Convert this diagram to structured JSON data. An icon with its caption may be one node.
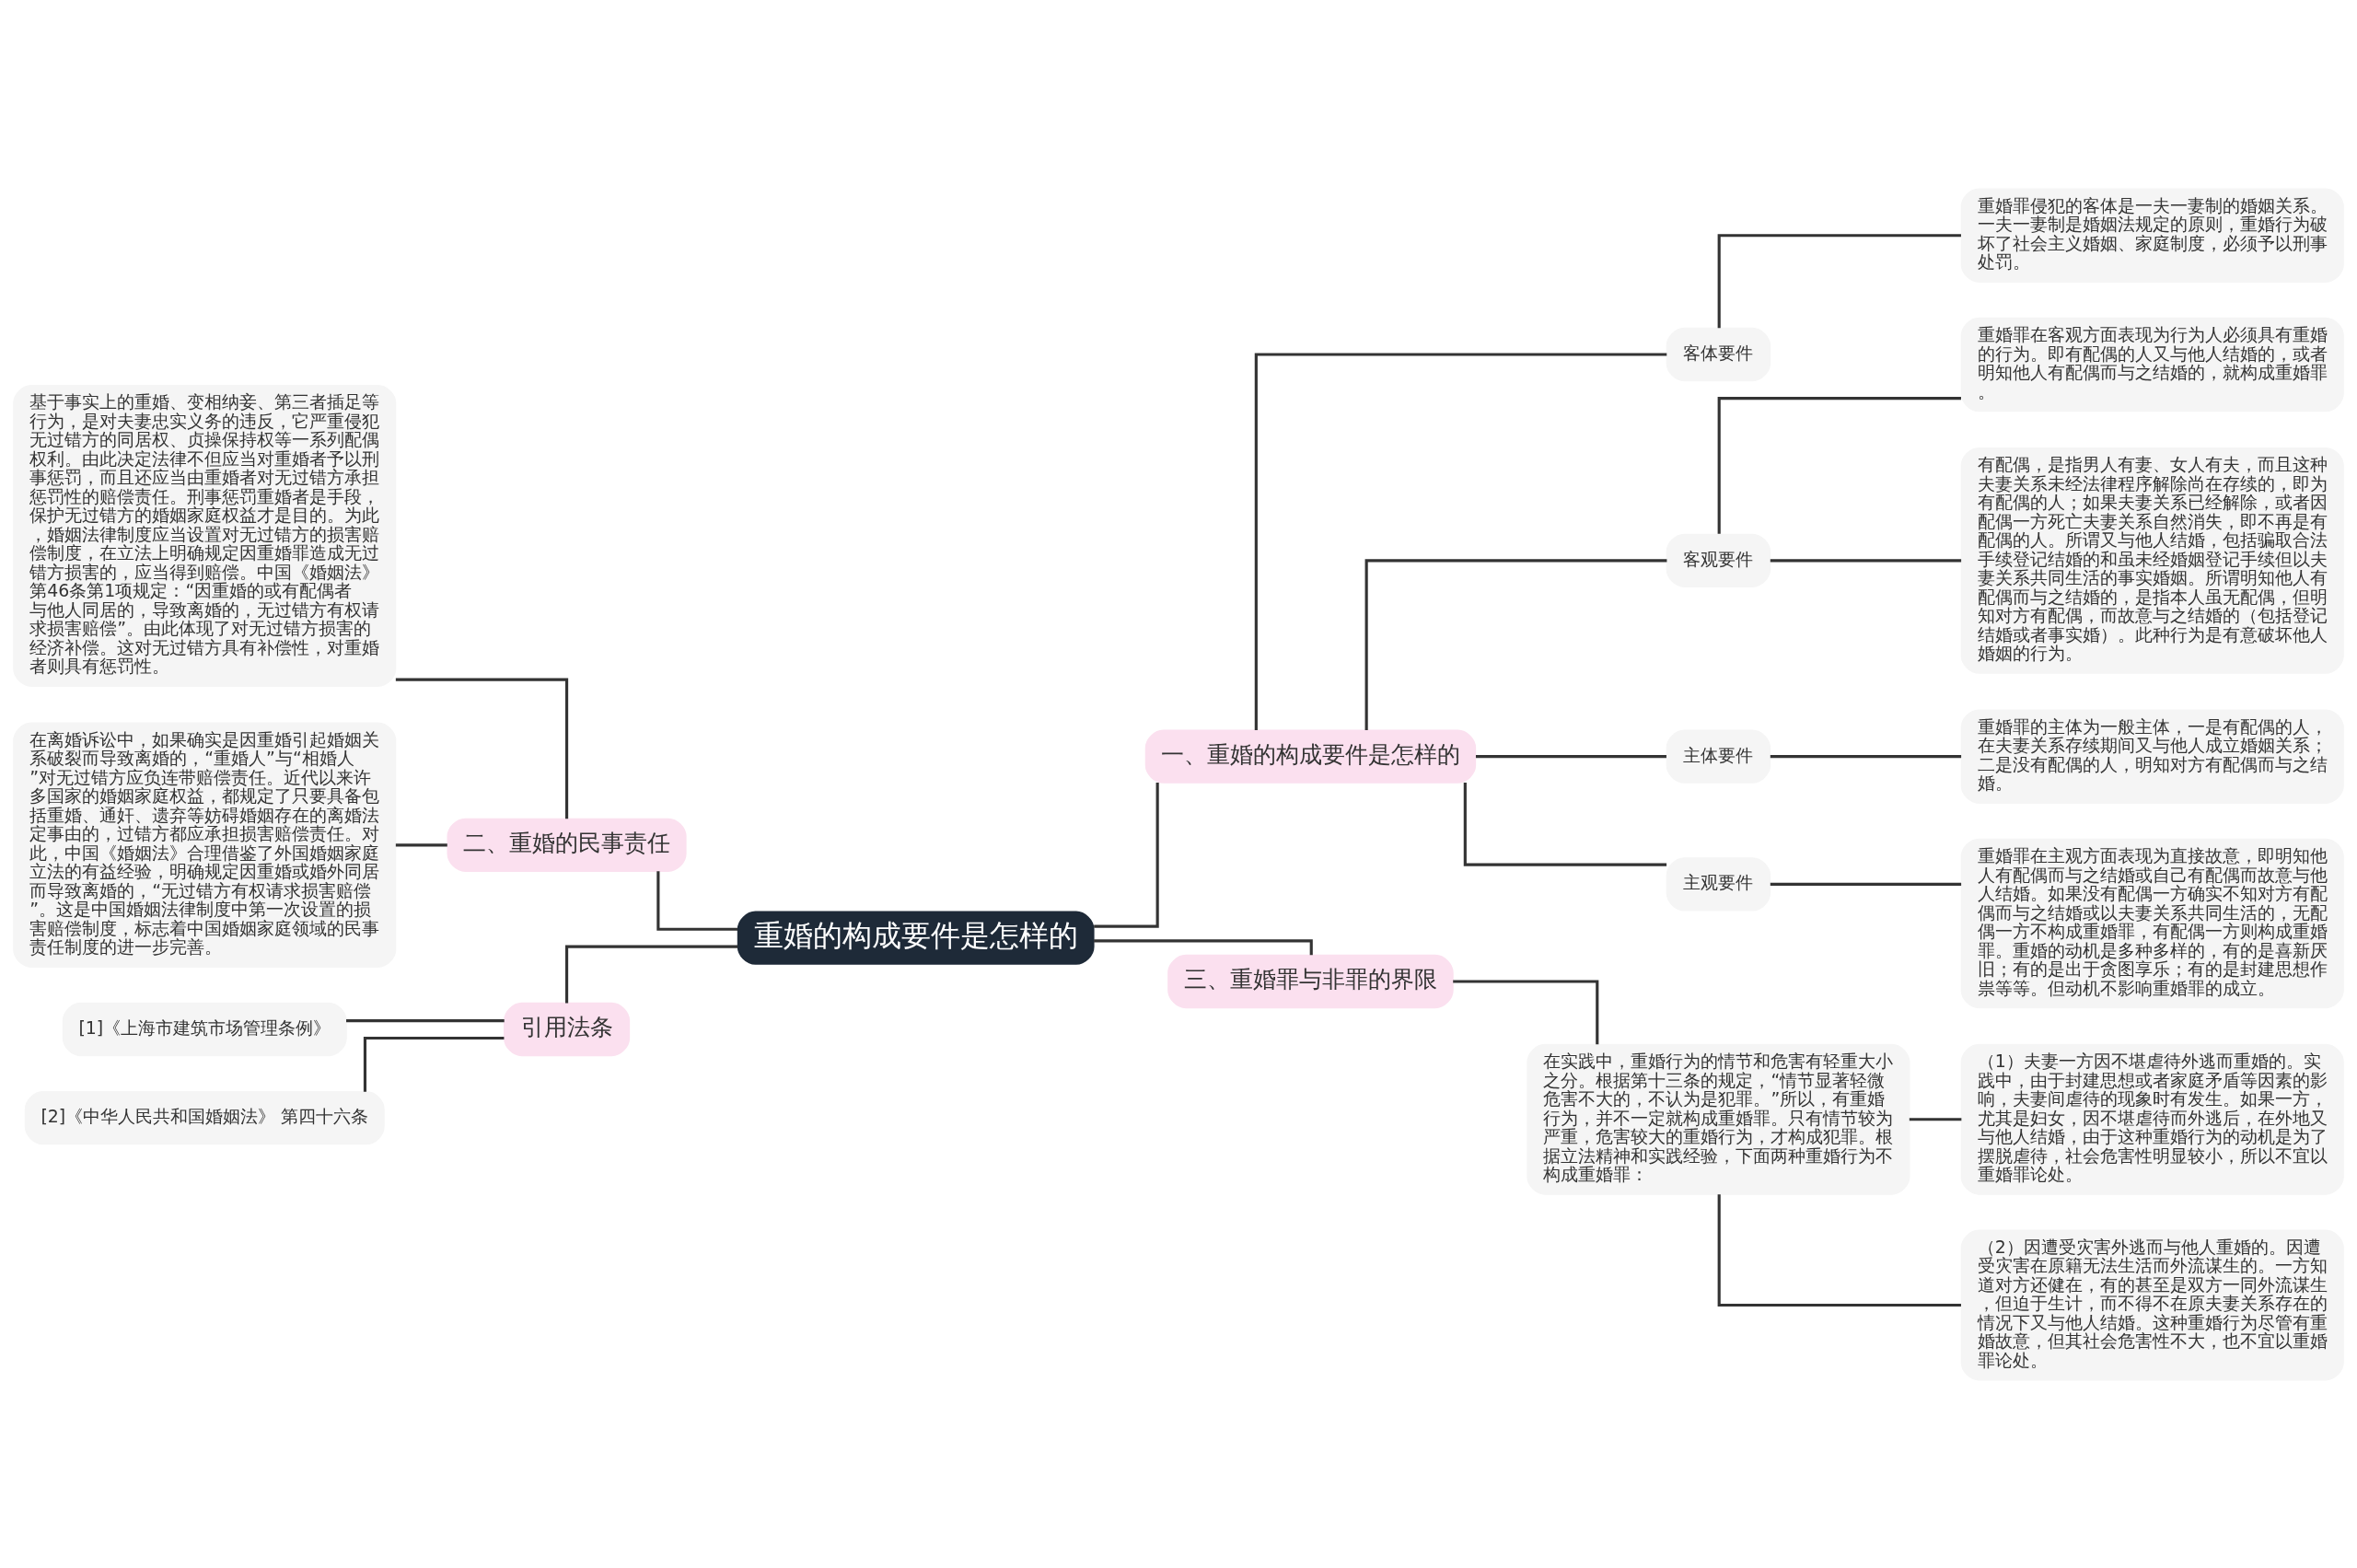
{
  "diagram": {
    "nodes": [
      {
        "text": [
          "重婚的构成要件是怎样的"
        ]
      },
      {
        "text": [
          "一、重婚的构成要件是怎样的"
        ]
      },
      {
        "text": [
          "客体要件"
        ]
      },
      {
        "text": [
          "重婚罪侵犯的客体是一夫一妻制的婚姻关系。一夫一妻制是婚姻法规定的原则，重婚行为破坏了社会主义婚姻、家庭制度，必须予以刑事处罚。"
        ]
      },
      {
        "text": [
          "客观要件"
        ]
      },
      {
        "text": [
          "重婚罪在客观方面表现为行为人必须具有重婚的行为。即有配偶的人又与他人结婚的，或者明知他人有配偶而与之结婚的，就构成重婚罪。"
        ]
      },
      {
        "text": [
          "有配偶，是指男人有妻、女人有夫，而且这种夫妻关系未经法律程序解除尚在存续的，即为有配偶的人；如果夫妻关系已经解除，或者因配偶一方死亡夫妻关系自然消失，即不再是有配偶的人。所谓又与他人结婚，包括骗取合法手续登记结婚的和虽未经婚姻登记手续但以夫妻关系共同生活的事实婚姻。所谓明知他人有配偶而与之结婚的，是指本人虽无配偶，但明知对方有配偶，而故意与之结婚的（包括登记结婚或者事实婚）。此种行为是有意破坏他人婚姻的行为。"
        ]
      },
      {
        "text": [
          "主体要件"
        ]
      },
      {
        "text": [
          "重婚罪的主体为一般主体，一是有配偶的人，在夫妻关系存续期间又与他人成立婚姻关系；二是没有配偶的人，明知对方有配偶而与之结婚。"
        ]
      },
      {
        "text": [
          "主观要件"
        ]
      },
      {
        "text": [
          "重婚罪在主观方面表现为直接故意，即明知他人有配偶而与之结婚或自己有配偶而故意与他人结婚。如果没有配偶一方确实不知对方有配偶而与之结婚或以夫妻关系共同生活的，无配偶一方不构成重婚罪，有配偶一方则构成重婚罪。重婚的动机是多种多样的，有的是喜新厌旧；有的是出于贪图享乐；有的是封建思想作祟等等。但动机不影响重婚罪的成立。"
        ]
      },
      {
        "text": [
          "三、重婚罪与非罪的界限"
        ]
      },
      {
        "text": [
          "在实践中，重婚行为的情节和危害有轻重大小之分。根据第十三条的规定，“情节显著轻微危害不大的，不认为是犯罪。”所以，有重婚行为，并不一定就构成重婚罪。只有情节较为严重，危害较大的重婚行为，才构成犯罪。根据立法精神和实践经验，下面两种重婚行为不构成重婚罪："
        ]
      },
      {
        "text": [
          "（1）夫妻一方因不堪虐待外逃而重婚的。实践中，由于封建思想或者家庭矛盾等因素的影响，夫妻间虐待的现象时有发生。如果一方，尤其是妇女，因不堪虐待而外逃后，在外地又与他人结婚，由于这种重婚行为的动机是为了摆脱虐待，社会危害性明显较小，所以不宜以重婚罪论处。"
        ]
      },
      {
        "text": [
          "（2）因遭受灾害外逃而与他人重婚的。因遭受灾害在原籍无法生活而外流谋生的。一方知道对方还健在，有的甚至是双方一同外流谋生，但迫于生计，而不得不在原夫妻关系存在的情况下又与他人结婚。这种重婚行为尽管有重婚故意，但其社会危害性不大，也不宜以重婚罪论处。"
        ]
      },
      {
        "text": [
          "二、重婚的民事责任"
        ]
      },
      {
        "text": [
          "基于事实上的重婚、变相纳妾、第三者插足等行为，是对夫妻忠实义务的违反，它严重侵犯无过错方的同居权、贞操保持权等一系列配偶权利。由此决定法律不但应当对重婚者予以刑事惩罚，而且还应当由重婚者对无过错方承担惩罚性的赔偿责任。刑事惩罚重婚者是手段，保护无过错方的婚姻家庭权益才是目的。为此，婚姻法律制度应当设置对无过错方的损害赔偿制度，在立法上明确规定因重婚罪造成无过错方损害的，应当得到赔偿。中国《婚姻法》第46条第1项规定：“因重婚的或有配偶者与他人同居的，导致离婚的，无过错方有权请求损害赔偿”。由此体现了对无过错方损害的经济补偿。这对无过错方具有补偿性，对重婚者则具有惩罚性。"
        ]
      },
      {
        "text": [
          "在离婚诉讼中，如果确实是因重婚引起婚姻关系破裂而导致离婚的，“重婚人”与“相婚人”对无过错方应负连带赔偿责任。近代以来许多国家的婚姻家庭权益，都规定了只要具备包括重婚、通奸、遗弃等妨碍婚姻存在的离婚法定事由的，过错方都应承担损害赔偿责任。对此，中国《婚姻法》合理借鉴了外国婚姻家庭立法的有益经验，明确规定因重婚或婚外同居而导致离婚的，“无过错方有权请求损害赔偿”。这是中国婚姻法律制度中第一次设置的损害赔偿制度，标志着中国婚姻家庭领域的民事责任制度的进一步完善。"
        ]
      },
      {
        "text": [
          "引用法条"
        ]
      },
      {
        "text": [
          "[1]《上海市建筑市场管理条例》"
        ]
      },
      {
        "text": [
          "[2]《中华人民共和国婚姻法》 第四十六条"
        ]
      }
    ],
    "edges": [
      {
        "from": 0,
        "to": 1,
        "arrow": "none"
      },
      {
        "from": 1,
        "to": 2,
        "arrow": "none"
      },
      {
        "from": 2,
        "to": 3,
        "arrow": "none"
      },
      {
        "from": 1,
        "to": 4,
        "arrow": "none"
      },
      {
        "from": 4,
        "to": 5,
        "arrow": "none"
      },
      {
        "from": 4,
        "to": 6,
        "arrow": "none"
      },
      {
        "from": 1,
        "to": 7,
        "arrow": "none"
      },
      {
        "from": 7,
        "to": 8,
        "arrow": "none"
      },
      {
        "from": 1,
        "to": 9,
        "arrow": "none"
      },
      {
        "from": 9,
        "to": 10,
        "arrow": "none"
      },
      {
        "from": 0,
        "to": 11,
        "arrow": "none"
      },
      {
        "from": 11,
        "to": 12,
        "arrow": "none"
      },
      {
        "from": 12,
        "to": 13,
        "arrow": "none"
      },
      {
        "from": 12,
        "to": 14,
        "arrow": "none"
      },
      {
        "from": 0,
        "to": 15,
        "arrow": "none"
      },
      {
        "from": 15,
        "to": 16,
        "arrow": "none"
      },
      {
        "from": 15,
        "to": 17,
        "arrow": "none"
      },
      {
        "from": 0,
        "to": 18,
        "arrow": "none"
      },
      {
        "from": 18,
        "to": 19,
        "arrow": "none"
      },
      {
        "from": 18,
        "to": 20,
        "arrow": "none"
      }
    ]
  }
}
